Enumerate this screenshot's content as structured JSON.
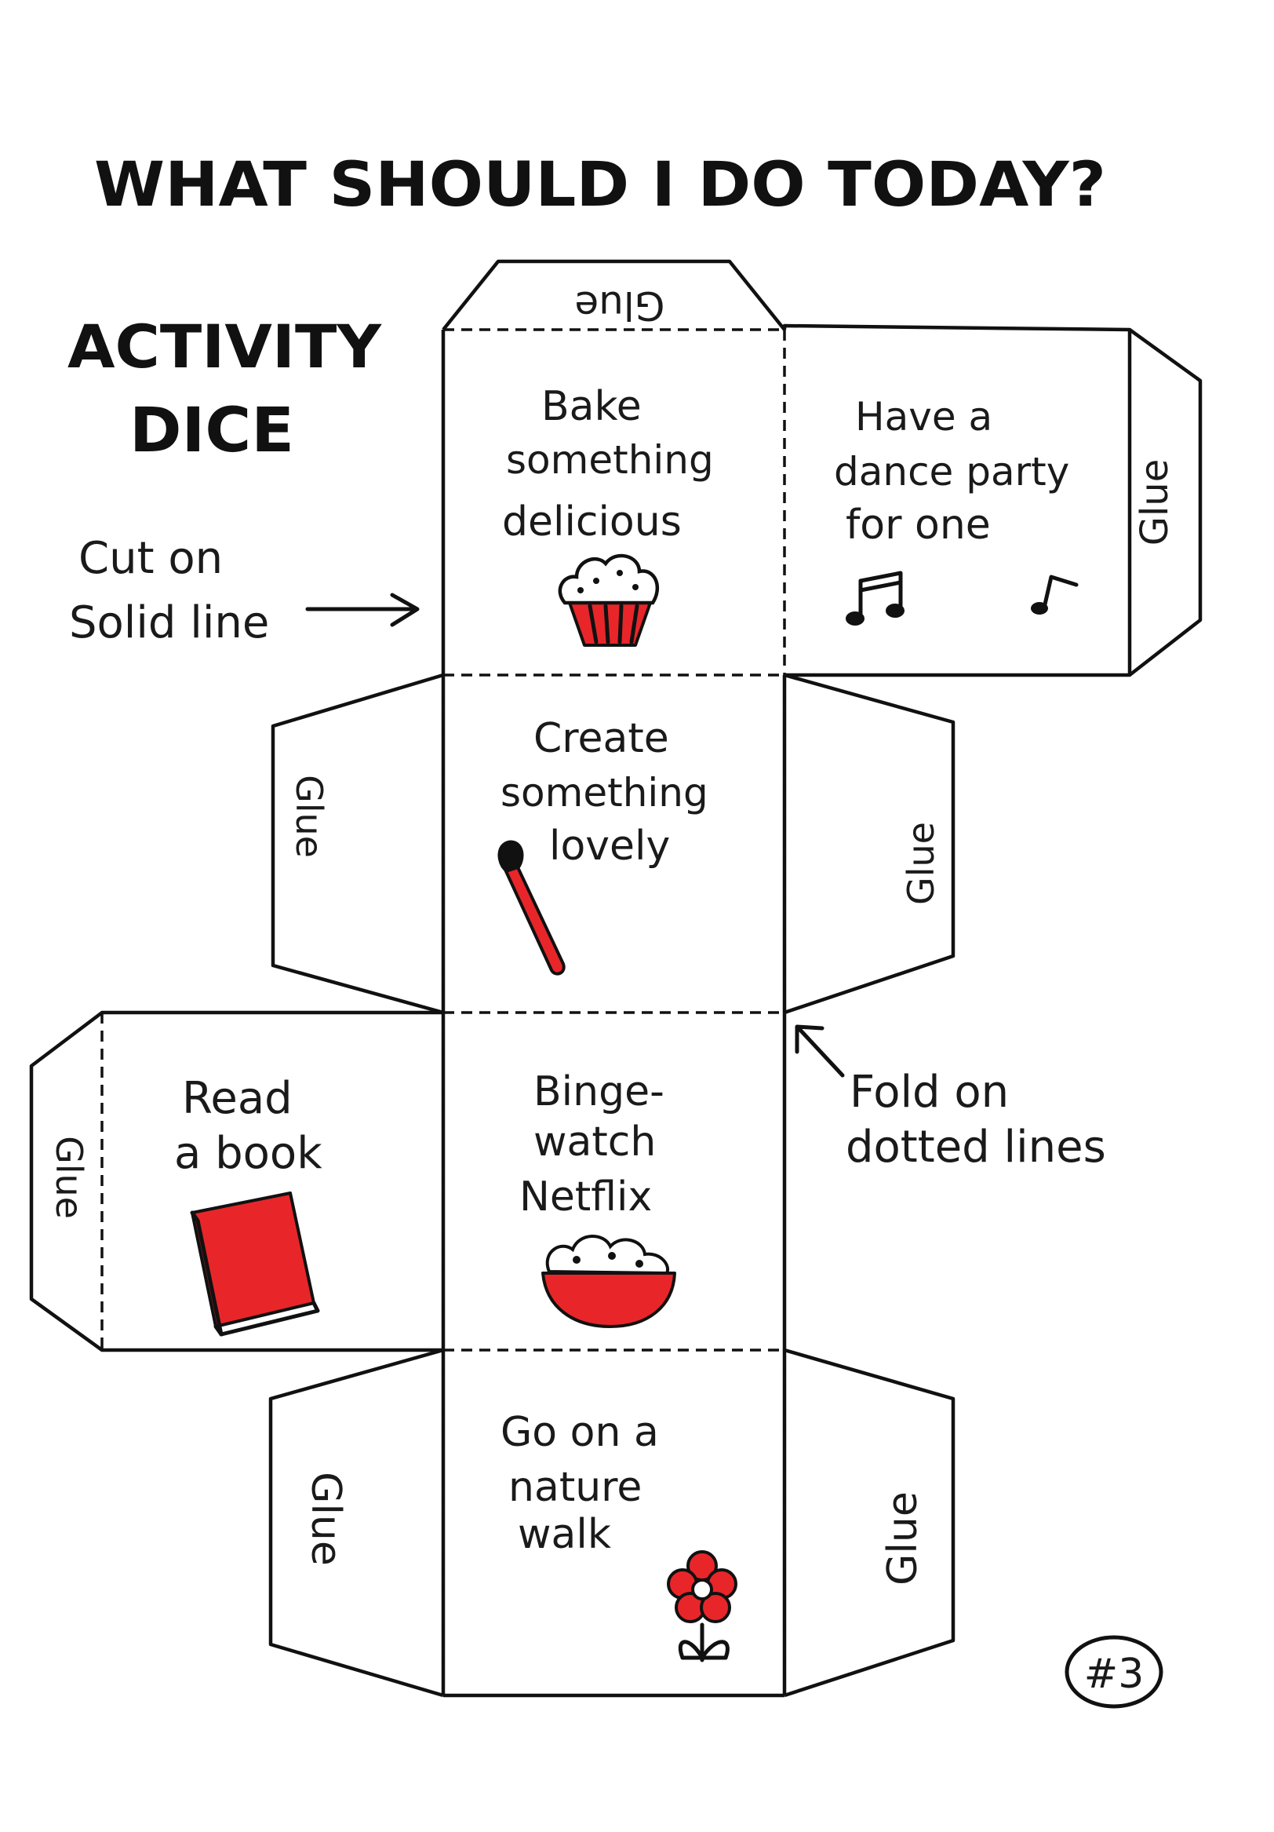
{
  "title": "WHAT SHOULD I DO TODAY?",
  "heading": {
    "line1": "ACTIVITY",
    "line2": "DICE"
  },
  "instructions": {
    "cut_line1": "Cut on",
    "cut_line2": "Solid line",
    "fold_line1": "Fold on",
    "fold_line2": "dotted lines"
  },
  "glue_label": "Glue",
  "faces": {
    "bake": [
      "Bake",
      "something",
      "delicious"
    ],
    "dance": [
      "Have a",
      "dance party",
      "for one"
    ],
    "create": [
      "Create",
      "something",
      "lovely"
    ],
    "read": [
      "Read",
      "a book"
    ],
    "binge": [
      "Binge-",
      "watch",
      "Netflix"
    ],
    "walk": [
      "Go on a",
      "nature",
      "walk"
    ]
  },
  "page_number": "#3",
  "colors": {
    "accent": "#e8262a",
    "ink": "#111111",
    "paper": "#ffffff"
  },
  "icons": [
    "cupcake-icon",
    "music-notes-icon",
    "paintbrush-icon",
    "book-icon",
    "popcorn-bowl-icon",
    "flower-icon",
    "arrow-right-icon",
    "arrow-up-left-icon"
  ]
}
